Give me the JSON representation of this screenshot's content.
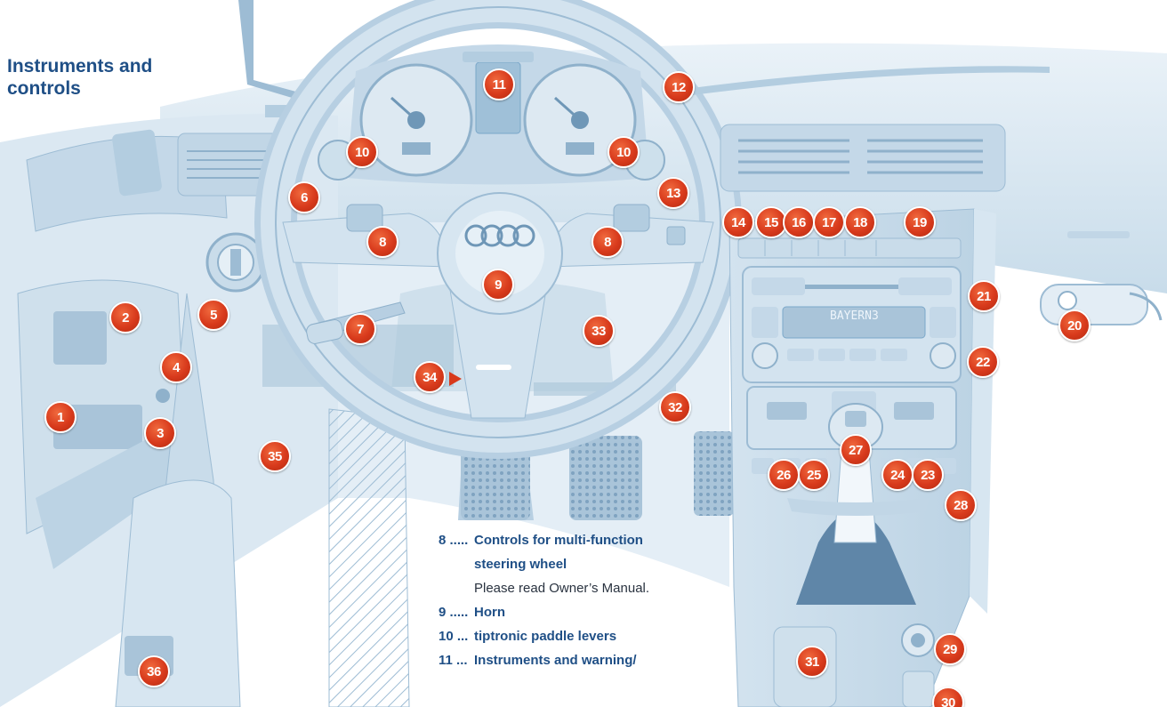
{
  "title": {
    "line1": "Instruments and",
    "line2": "controls"
  },
  "callouts": [
    "1",
    "2",
    "3",
    "4",
    "5",
    "6",
    "7",
    "8",
    "8",
    "9",
    "10",
    "10",
    "11",
    "12",
    "13",
    "14",
    "15",
    "16",
    "17",
    "18",
    "19",
    "20",
    "21",
    "22",
    "23",
    "24",
    "25",
    "26",
    "27",
    "28",
    "29",
    "30",
    "31",
    "32",
    "33",
    "34",
    "35",
    "36"
  ],
  "display": {
    "radio_station": "BAYERN3"
  },
  "legend": [
    {
      "num": "8 .....",
      "text": "Controls for multi-function"
    },
    {
      "num": "",
      "text": "steering wheel"
    },
    {
      "num": "",
      "text": "Please read Owner’s Manual."
    },
    {
      "num": "9 .....",
      "text": "Horn"
    },
    {
      "num": "10 ...",
      "text": "tiptronic paddle levers"
    },
    {
      "num": "11 ...",
      "text": "Instruments and warning/"
    }
  ],
  "colors": {
    "accent": "#d83a1c",
    "title": "#1f4f86",
    "line_art": "#7aa7c9",
    "fill": "#d7e6f1"
  }
}
